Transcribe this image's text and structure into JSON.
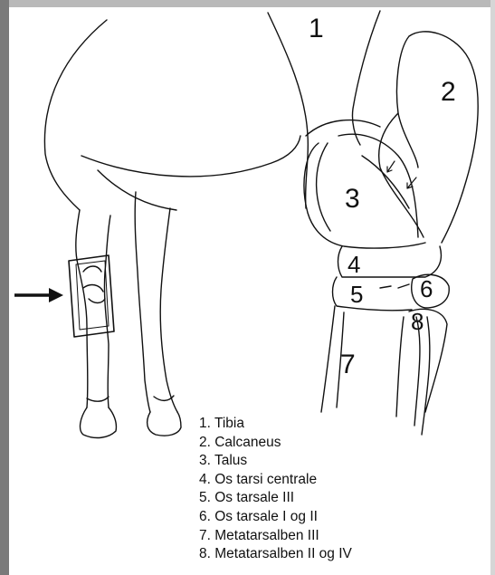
{
  "labels": {
    "tibia": "1",
    "calcaneus": "2",
    "talus": "3",
    "os_tarsi_centrale": "4",
    "os_tarsale_iii": "5",
    "os_tarsale_i_ii": "6",
    "metatarsalben_iii": "7",
    "metatarsalben_ii_iv": "8"
  },
  "legend": [
    "1. Tibia",
    "2. Calcaneus",
    "3. Talus",
    "4. Os tarsi centrale",
    "5. Os tarsale III",
    "6. Os tarsale I og II",
    "7. Metatarsalben III",
    "8. Metatarsalben II og IV"
  ]
}
